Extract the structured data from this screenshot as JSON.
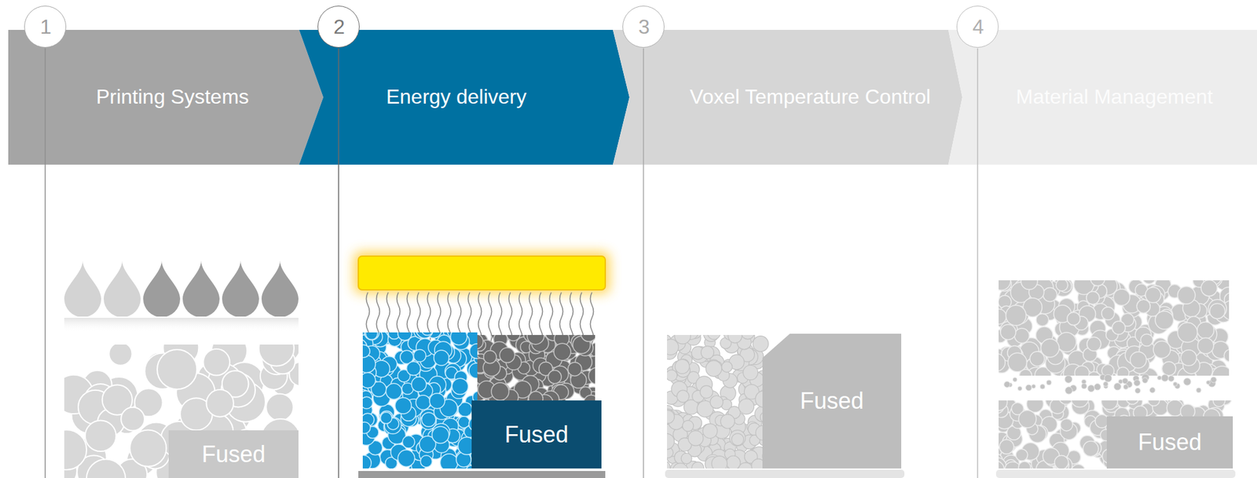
{
  "diagram": {
    "nodes": [
      {
        "text": [
          "1"
        ]
      },
      {
        "text": [
          "Printing Systems"
        ]
      },
      {
        "text": [
          "2"
        ]
      },
      {
        "text": [
          "Energy delivery"
        ]
      },
      {
        "text": [
          "3"
        ]
      },
      {
        "text": [
          "Voxel Temperature Control"
        ]
      },
      {
        "text": [
          "4"
        ]
      },
      {
        "text": [
          "Material Management"
        ]
      },
      {
        "text": [
          "Fused"
        ]
      },
      {
        "text": [
          "Fused"
        ]
      },
      {
        "text": [
          "Fused"
        ]
      },
      {
        "text": [
          "Fused"
        ]
      }
    ]
  }
}
